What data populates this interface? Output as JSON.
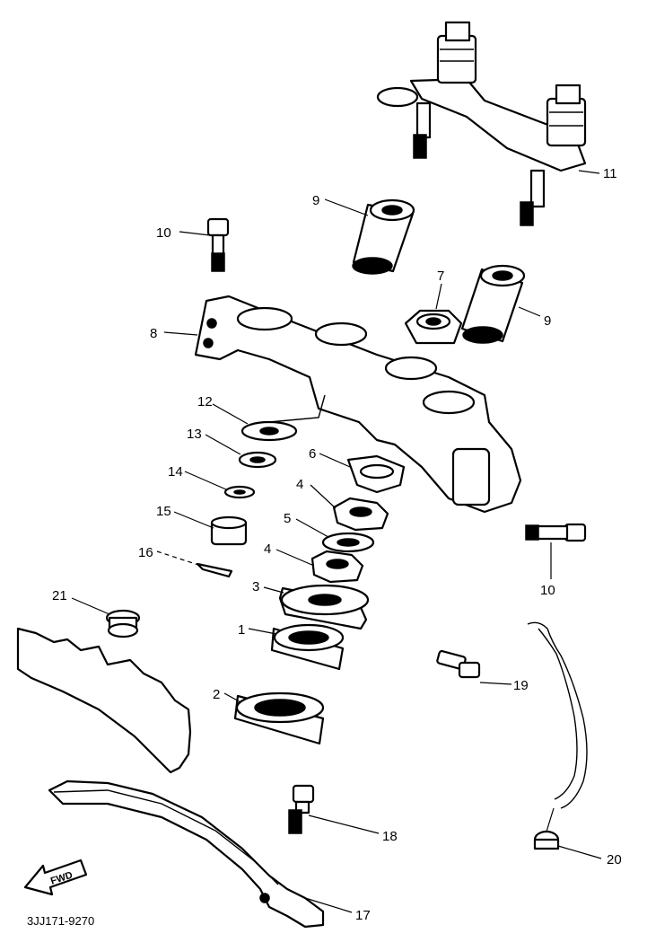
{
  "diagram": {
    "catalog_number": "3JJ171-9270",
    "fwd_label": "FWD",
    "callouts": {
      "c1": "1",
      "c2": "2",
      "c3": "3",
      "c4a": "4",
      "c4b": "4",
      "c5": "5",
      "c6": "6",
      "c7": "7",
      "c8": "8",
      "c9a": "9",
      "c9b": "9",
      "c10a": "10",
      "c10b": "10",
      "c11": "11",
      "c12": "12",
      "c13": "13",
      "c14": "14",
      "c15": "15",
      "c16": "16",
      "c17": "17",
      "c18": "18",
      "c19": "19",
      "c20": "20",
      "c21": "21"
    }
  }
}
